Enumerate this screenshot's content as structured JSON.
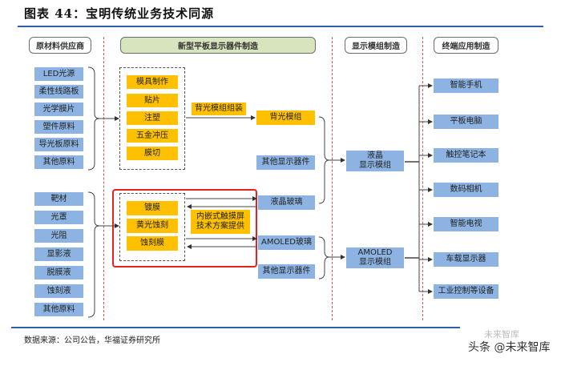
{
  "title": "图表 44：宝明传统业务技术同源",
  "headers": {
    "raw_material": "原材料供应商",
    "panel_manufacturing": "新型平板显示器件制造",
    "module_manufacturing": "显示模组制造",
    "terminal_manufacturing": "终端应用制造"
  },
  "suppliers_group1": [
    "LED光源",
    "柔性线路板",
    "光学膜片",
    "塑件原料",
    "导光板原料",
    "其他原料"
  ],
  "suppliers_group2": [
    "靶材",
    "光罩",
    "光阻",
    "显影液",
    "脱膜液",
    "蚀刻液",
    "其他原料"
  ],
  "backlight_processes": [
    "模具制作",
    "贴片",
    "注塑",
    "五金冲压",
    "膜切"
  ],
  "backlight_assembly": "背光模组组装",
  "backlight_module": "背光模组",
  "other_components_1": "其他显示器件",
  "glass_processes": [
    "镀膜",
    "黄光蚀刻",
    "蚀刻膜"
  ],
  "touch_solution": [
    "内嵌式触摸屏",
    "技术方案提供"
  ],
  "lcd_glass": "液晶玻璃",
  "amoled_glass": "AMOLED玻璃",
  "other_components_2": "其他显示器件",
  "lcd_module": [
    "液晶",
    "显示模组"
  ],
  "amoled_module": [
    "AMOLED",
    "显示模组"
  ],
  "terminals": [
    "智能手机",
    "平板电脑",
    "触控笔记本",
    "数码相机",
    "智能电视",
    "车载显示器",
    "工业控制等设备"
  ],
  "source": "数据来源：公司公告，华福证券研究所",
  "watermark": "头条 @未来智库",
  "watermark_faint": "未来智库",
  "colors": {
    "supplier_blue": "#8db3e2",
    "process_yellow": "#ffc000",
    "header_green": "#d7e4bd",
    "highlight_red": "#e8231f",
    "divider_red": "#d9534f",
    "rule_blue": "#2f5fa8"
  }
}
